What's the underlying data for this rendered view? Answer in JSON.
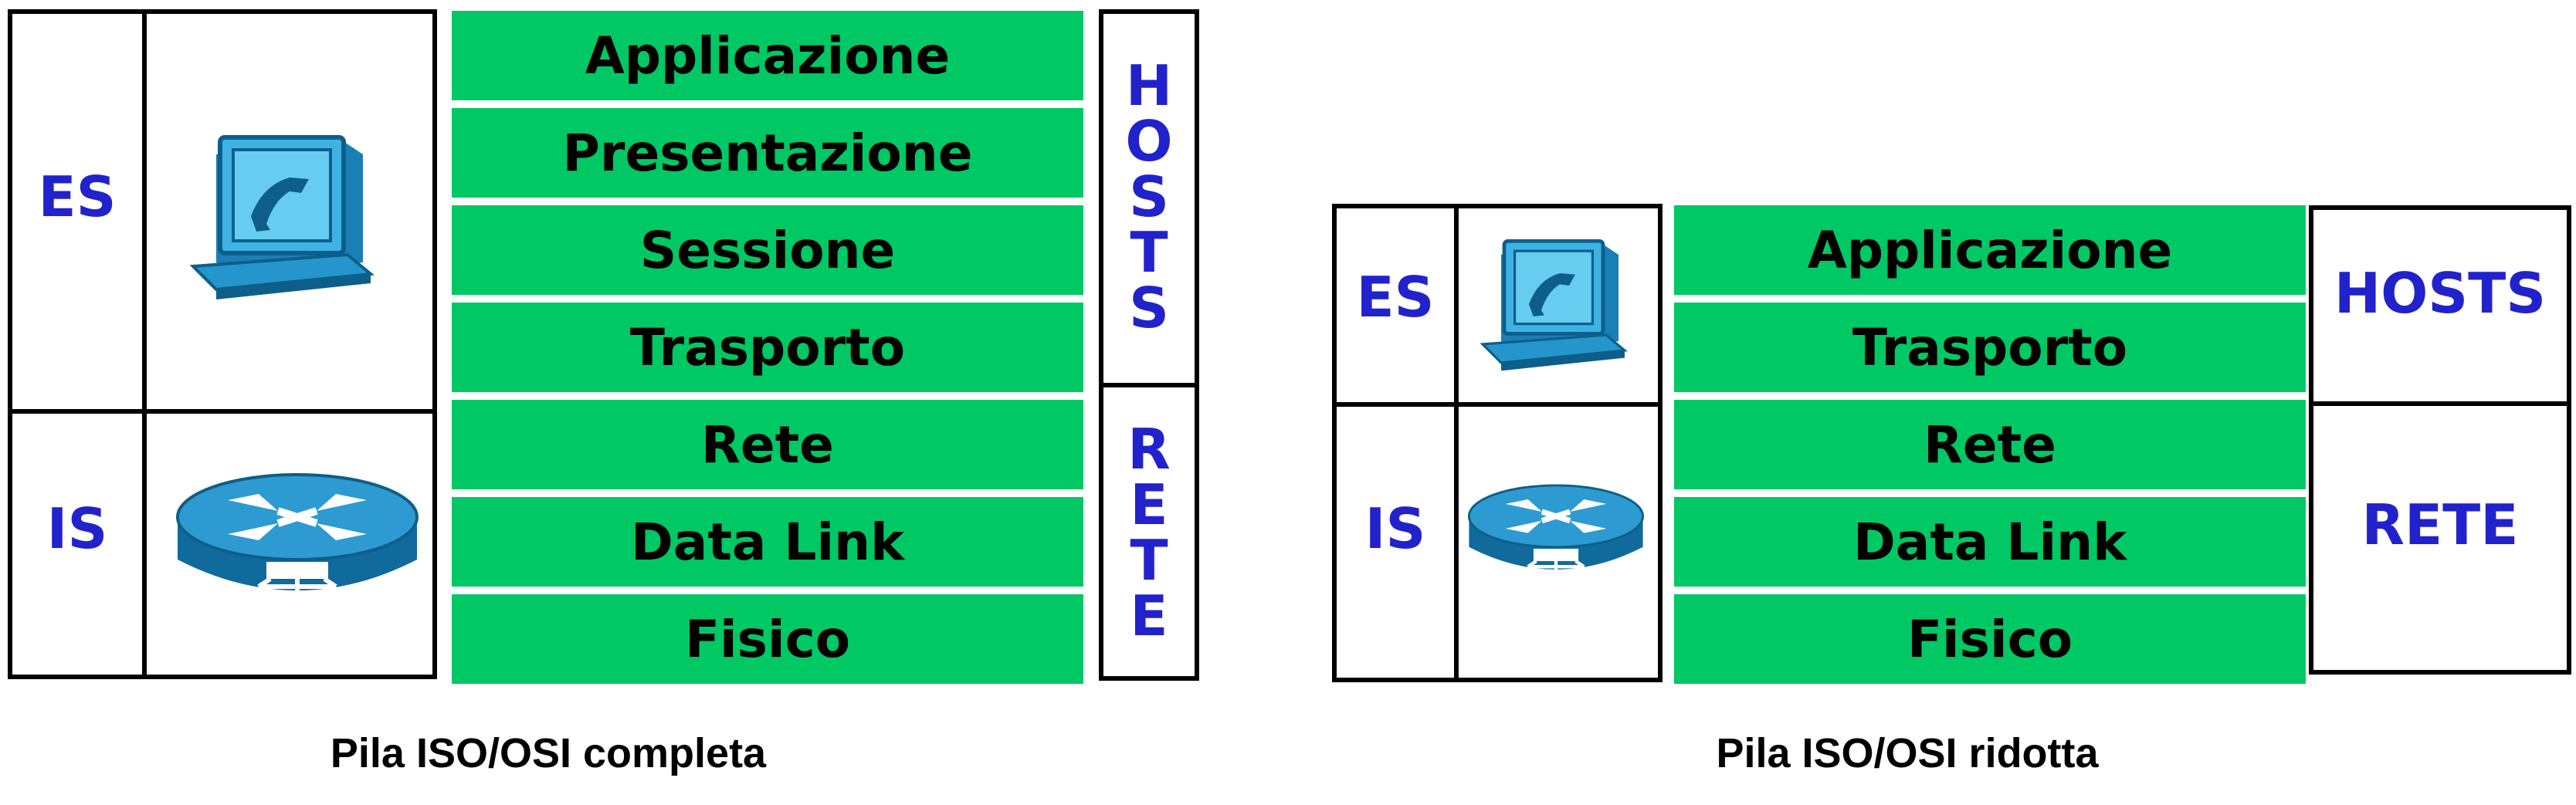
{
  "full": {
    "es_label": "ES",
    "is_label": "IS",
    "layers": [
      "Applicazione",
      "Presentazione",
      "Sessione",
      "Trasporto",
      "Rete",
      "Data Link",
      "Fisico"
    ],
    "hosts_label": "HOSTS",
    "rete_label": "RETE",
    "caption": "Pila ISO/OSI completa"
  },
  "reduced": {
    "es_label": "ES",
    "is_label": "IS",
    "layers": [
      "Applicazione",
      "Trasporto",
      "Rete",
      "Data Link",
      "Fisico"
    ],
    "hosts_label": "HOSTS",
    "rete_label": "RETE",
    "caption": "Pila ISO/OSI ridotta"
  },
  "icons": {
    "end_system": "computer-icon",
    "intermediate_system": "router-icon"
  },
  "colors": {
    "layer_fill": "#00c864",
    "label_text": "#2222cc",
    "border": "#000000"
  }
}
